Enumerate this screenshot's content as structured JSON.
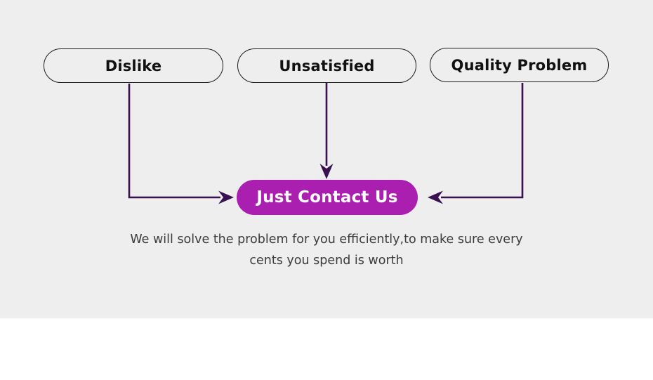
{
  "diagram": {
    "sources": [
      {
        "label": "Dislike"
      },
      {
        "label": "Unsatisfied"
      },
      {
        "label": "Quality Problem"
      }
    ],
    "target": {
      "label": "Just Contact Us"
    },
    "description": {
      "line1": "We will solve the problem for you efficiently,to make sure every",
      "line2": "cents you spend is worth"
    }
  },
  "colors": {
    "canvas-bg": "#eeeeee",
    "page-bg": "#ffffff",
    "pill-border": "#1c1c1c",
    "pill-text": "#111111",
    "accent": "#aa1eb0",
    "accent-text": "#ffffff",
    "arrow": "#3a1150",
    "description-text": "#3b3b3b"
  }
}
